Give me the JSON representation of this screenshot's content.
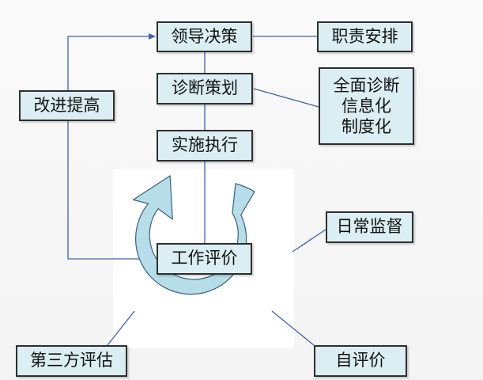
{
  "diagram": {
    "nodes": {
      "lingdao": "领导决策",
      "zhize": "职责安排",
      "zhenduan": "诊断策划",
      "quanmian": "全面诊断\n信息化\n制度化",
      "shishi": "实施执行",
      "gaijin": "改进提高",
      "gongzuo": "工作评价",
      "richang": "日常监督",
      "disanfang": "第三方评估",
      "zipingjia": "自评价"
    },
    "colors": {
      "box_fill": "#dbeef3",
      "box_border": "#2e2e2e",
      "connector": "#3d64a8",
      "cycle_arrow": "#b7dde8",
      "cycle_arrow_edge": "#3b5f83"
    }
  }
}
